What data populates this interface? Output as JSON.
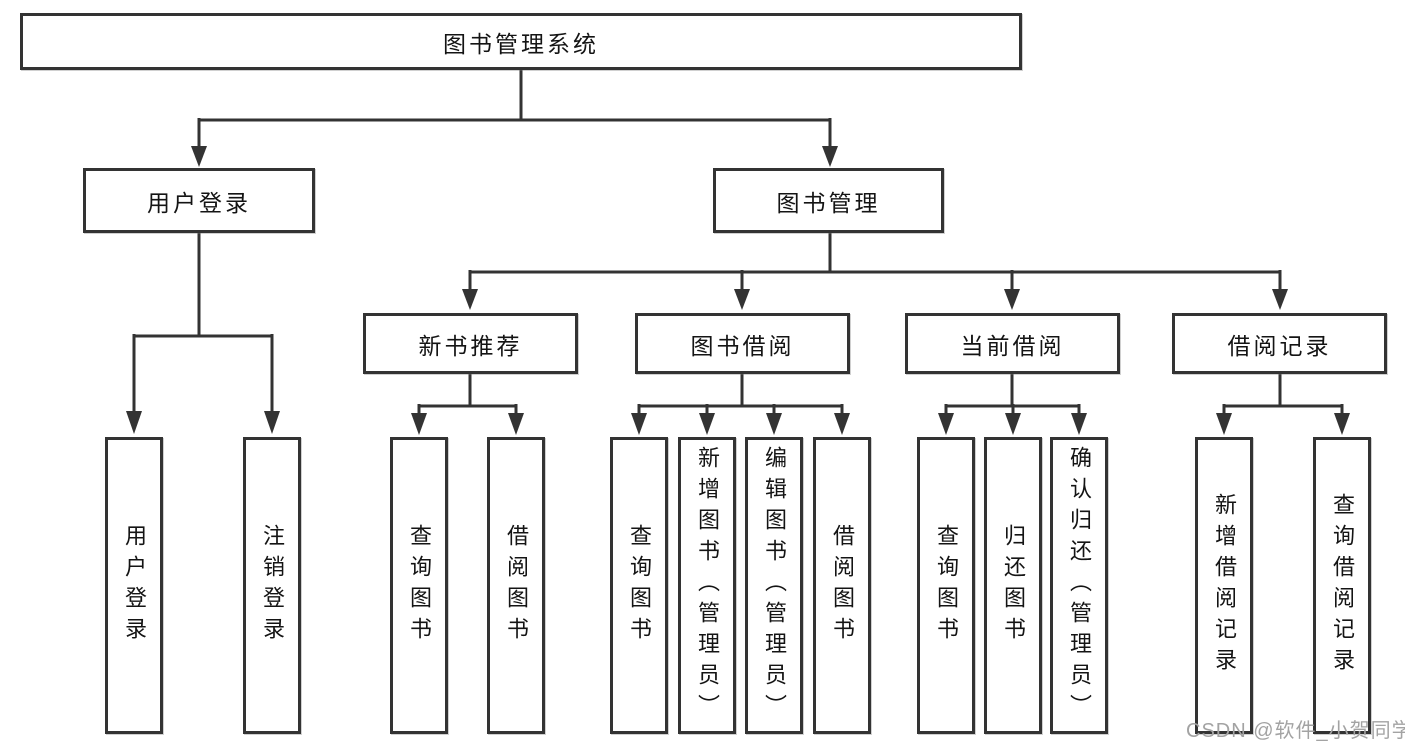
{
  "diagram": {
    "root": "图书管理系统",
    "user_login": {
      "label": "用户登录",
      "children": [
        "用户登录",
        "注销登录"
      ]
    },
    "book_management": {
      "label": "图书管理",
      "modules": [
        {
          "label": "新书推荐",
          "children": [
            "查询图书",
            "借阅图书"
          ]
        },
        {
          "label": "图书借阅",
          "children": [
            "查询图书",
            "新增图书（管理员）",
            "编辑图书（管理员）",
            "借阅图书"
          ]
        },
        {
          "label": "当前借阅",
          "children": [
            "查询图书",
            "归还图书",
            "确认归还（管理员）"
          ]
        },
        {
          "label": "借阅记录",
          "children": [
            "新增借阅记录",
            "查询借阅记录"
          ]
        }
      ]
    }
  },
  "watermark": "CSDN @软件_小贺同学",
  "colors": {
    "line": "#333333",
    "text": "#141414",
    "watermark": "#a3a3a3"
  }
}
